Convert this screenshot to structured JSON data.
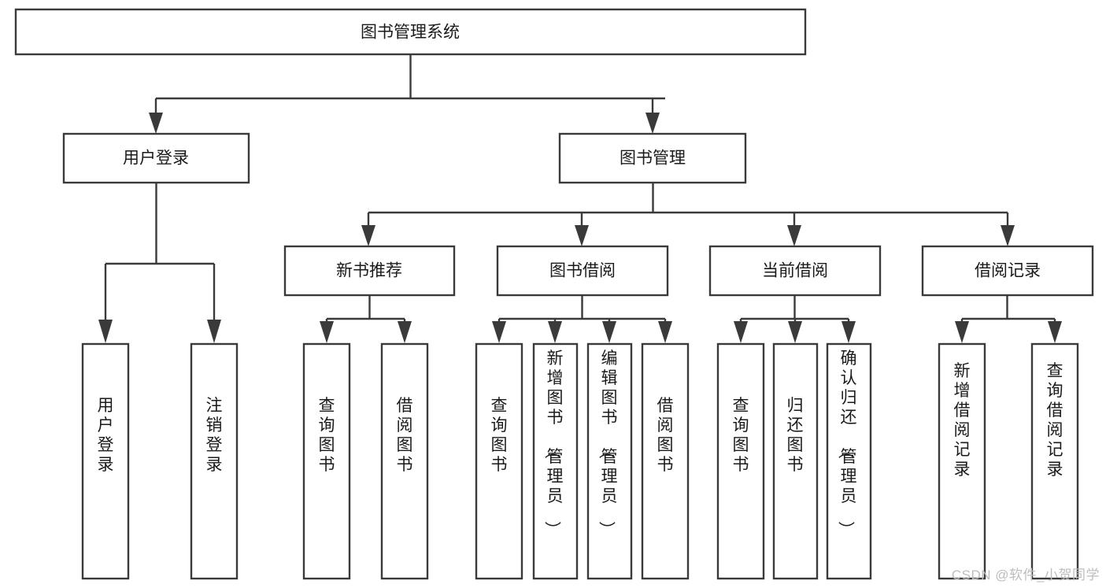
{
  "diagram": {
    "title_node": {
      "label": "图书管理系统"
    },
    "level2": [
      {
        "id": "user-login",
        "label": "用户登录"
      },
      {
        "id": "book-manage",
        "label": "图书管理"
      }
    ],
    "level3": [
      {
        "id": "new-book-recommend",
        "label": "新书推荐"
      },
      {
        "id": "book-borrow",
        "label": "图书借阅"
      },
      {
        "id": "current-borrow",
        "label": "当前借阅"
      },
      {
        "id": "borrow-record",
        "label": "借阅记录"
      }
    ],
    "leaves": [
      {
        "id": "leaf-user-login",
        "label": "用户登录",
        "parent": "user-login"
      },
      {
        "id": "leaf-logout-login",
        "label": "注销登录",
        "parent": "user-login"
      },
      {
        "id": "leaf-query-book-1",
        "label": "查询图书",
        "parent": "new-book-recommend"
      },
      {
        "id": "leaf-borrow-book-1",
        "label": "借阅图书",
        "parent": "new-book-recommend"
      },
      {
        "id": "leaf-query-book-2",
        "label": "查询图书",
        "parent": "book-borrow"
      },
      {
        "id": "leaf-add-book",
        "label": "新增图书（管理员）",
        "parent": "book-borrow"
      },
      {
        "id": "leaf-edit-book",
        "label": "编辑图书（管理员）",
        "parent": "book-borrow"
      },
      {
        "id": "leaf-borrow-book-2",
        "label": "借阅图书",
        "parent": "book-borrow"
      },
      {
        "id": "leaf-query-book-3",
        "label": "查询图书",
        "parent": "current-borrow"
      },
      {
        "id": "leaf-return-book",
        "label": "归还图书",
        "parent": "current-borrow"
      },
      {
        "id": "leaf-confirm-return",
        "label": "确认归还（管理员）",
        "parent": "current-borrow"
      },
      {
        "id": "leaf-add-record",
        "label": "新增借阅记录",
        "parent": "borrow-record"
      },
      {
        "id": "leaf-query-record",
        "label": "查询借阅记录",
        "parent": "borrow-record"
      }
    ]
  },
  "watermark": {
    "text": "CSDN @软件_小贺同学"
  },
  "colors": {
    "stroke": "#3a3a3a",
    "box_fill": "#ffffff",
    "text": "#1a1a1a",
    "watermark": "#bdbdbd",
    "background": "#ffffff"
  }
}
